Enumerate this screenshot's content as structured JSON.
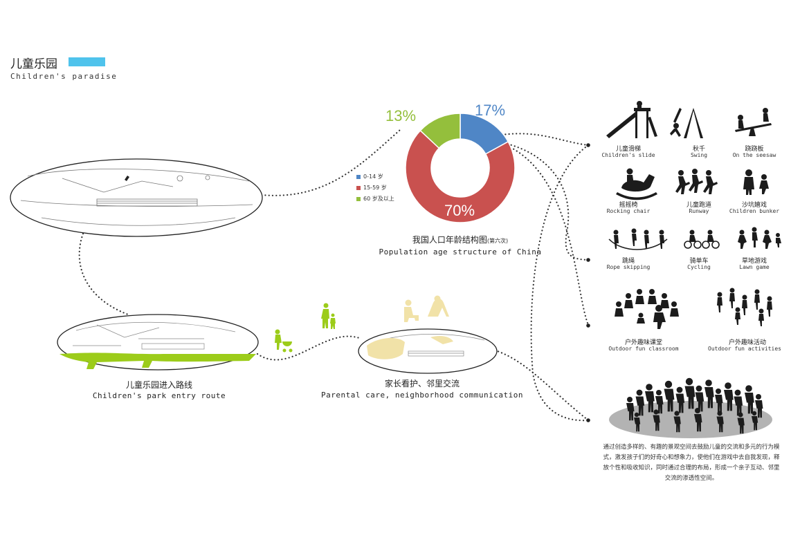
{
  "header": {
    "title_cn": "儿童乐园",
    "title_en": "Children's paradise",
    "accent": "#4fc3ec"
  },
  "chart_data": {
    "type": "pie",
    "title": "我国人口年龄结构图",
    "title_note": "(第六次)",
    "subtitle": "Population age structure of China",
    "series": [
      {
        "name": "0-14 岁",
        "value": 17,
        "label": "17%",
        "color": "#4f86c6"
      },
      {
        "name": "15-59 岁",
        "value": 70,
        "label": "70%",
        "color": "#c9514f"
      },
      {
        "name": "60 岁及以上",
        "value": 13,
        "label": "13%",
        "color": "#94bf3c"
      }
    ],
    "legend_position": "left"
  },
  "labels": {
    "route_cn": "儿童乐园进入路线",
    "route_en": "Children's park entry route",
    "care_cn": "家长看护、邻里交流",
    "care_en": "Parental care, neighborhood communication"
  },
  "activities": [
    {
      "cn": "儿童滑梯",
      "en": "Children's slide",
      "icon": "slide-icon"
    },
    {
      "cn": "秋千",
      "en": "Swing",
      "icon": "swing-icon"
    },
    {
      "cn": "跷跷板",
      "en": "On the seesaw",
      "icon": "seesaw-icon"
    },
    {
      "cn": "摇摇椅",
      "en": "Rocking chair",
      "icon": "rocking-horse-icon"
    },
    {
      "cn": "儿童跑道",
      "en": "Runway",
      "icon": "runners-icon"
    },
    {
      "cn": "沙坑嬉戏",
      "en": "Children bunker",
      "icon": "sandpit-icon"
    },
    {
      "cn": "跳绳",
      "en": "Rope skipping",
      "icon": "rope-skipping-icon"
    },
    {
      "cn": "骑单车",
      "en": "Cycling",
      "icon": "bicycle-icon"
    },
    {
      "cn": "草地游戏",
      "en": "Lawn game",
      "icon": "lawn-game-icon"
    },
    {
      "cn": "户外趣味课堂",
      "en": "Outdoor fun classroom",
      "icon": "classroom-icon"
    },
    {
      "cn": "户外趣味活动",
      "en": "Outdoor fun activities",
      "icon": "activities-icon"
    }
  ],
  "paragraph": "通过创造多样的、有趣的景观空间去鼓励儿童的交流和多元的行为模式，激发孩子们的好奇心和想象力，使他们在游戏中去自我发现，释放个性和吸收知识，同时通过合理的布局，形成一个亲子互动、邻里交流的渗透性空间。",
  "colors": {
    "green": "#9ccc1a",
    "beige": "#f1e2a8",
    "dark": "#1c1c1c"
  }
}
